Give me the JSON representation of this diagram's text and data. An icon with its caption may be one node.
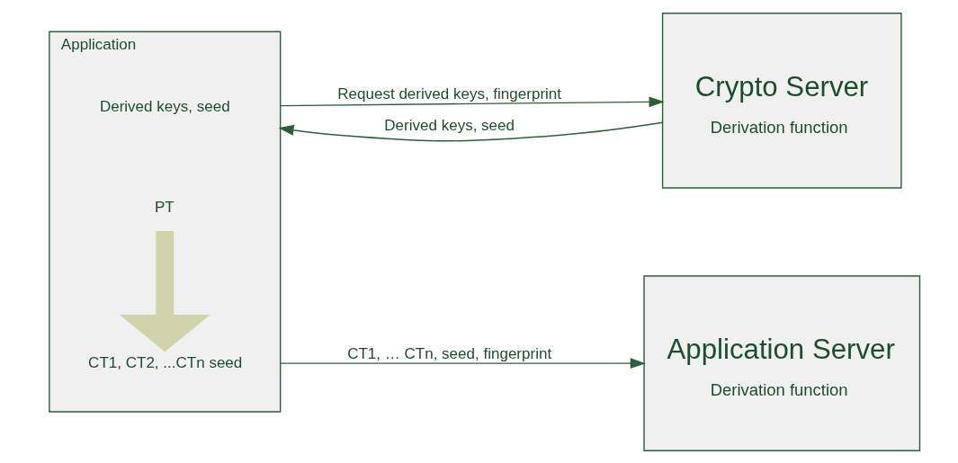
{
  "diagram": {
    "nodes": [
      {
        "text": [
          "Application"
        ]
      },
      {
        "text": [
          "Derived keys, seed"
        ],
        "in": 0
      },
      {
        "text": [
          "PT"
        ],
        "in": 0
      },
      {
        "text": [
          "CT1, CT2, ...CTn seed"
        ],
        "in": 0
      },
      {
        "text": [
          "Crypto Server",
          "Derivation function"
        ]
      },
      {
        "text": [
          "Application Server",
          "Derivation function"
        ]
      }
    ],
    "edges": [
      {
        "from": 0,
        "to": 4,
        "arrow": "to",
        "label": "Request derived keys, fingerprint"
      },
      {
        "from": 4,
        "to": 0,
        "arrow": "to",
        "label": "Derived keys, seed"
      },
      {
        "from": 2,
        "to": 3,
        "arrow": "to",
        "style": "thick",
        "color": "#d2d3aa"
      },
      {
        "from": 0,
        "to": 5,
        "arrow": "to",
        "label": "CT1, … CTn, seed, fingerprint"
      }
    ]
  }
}
